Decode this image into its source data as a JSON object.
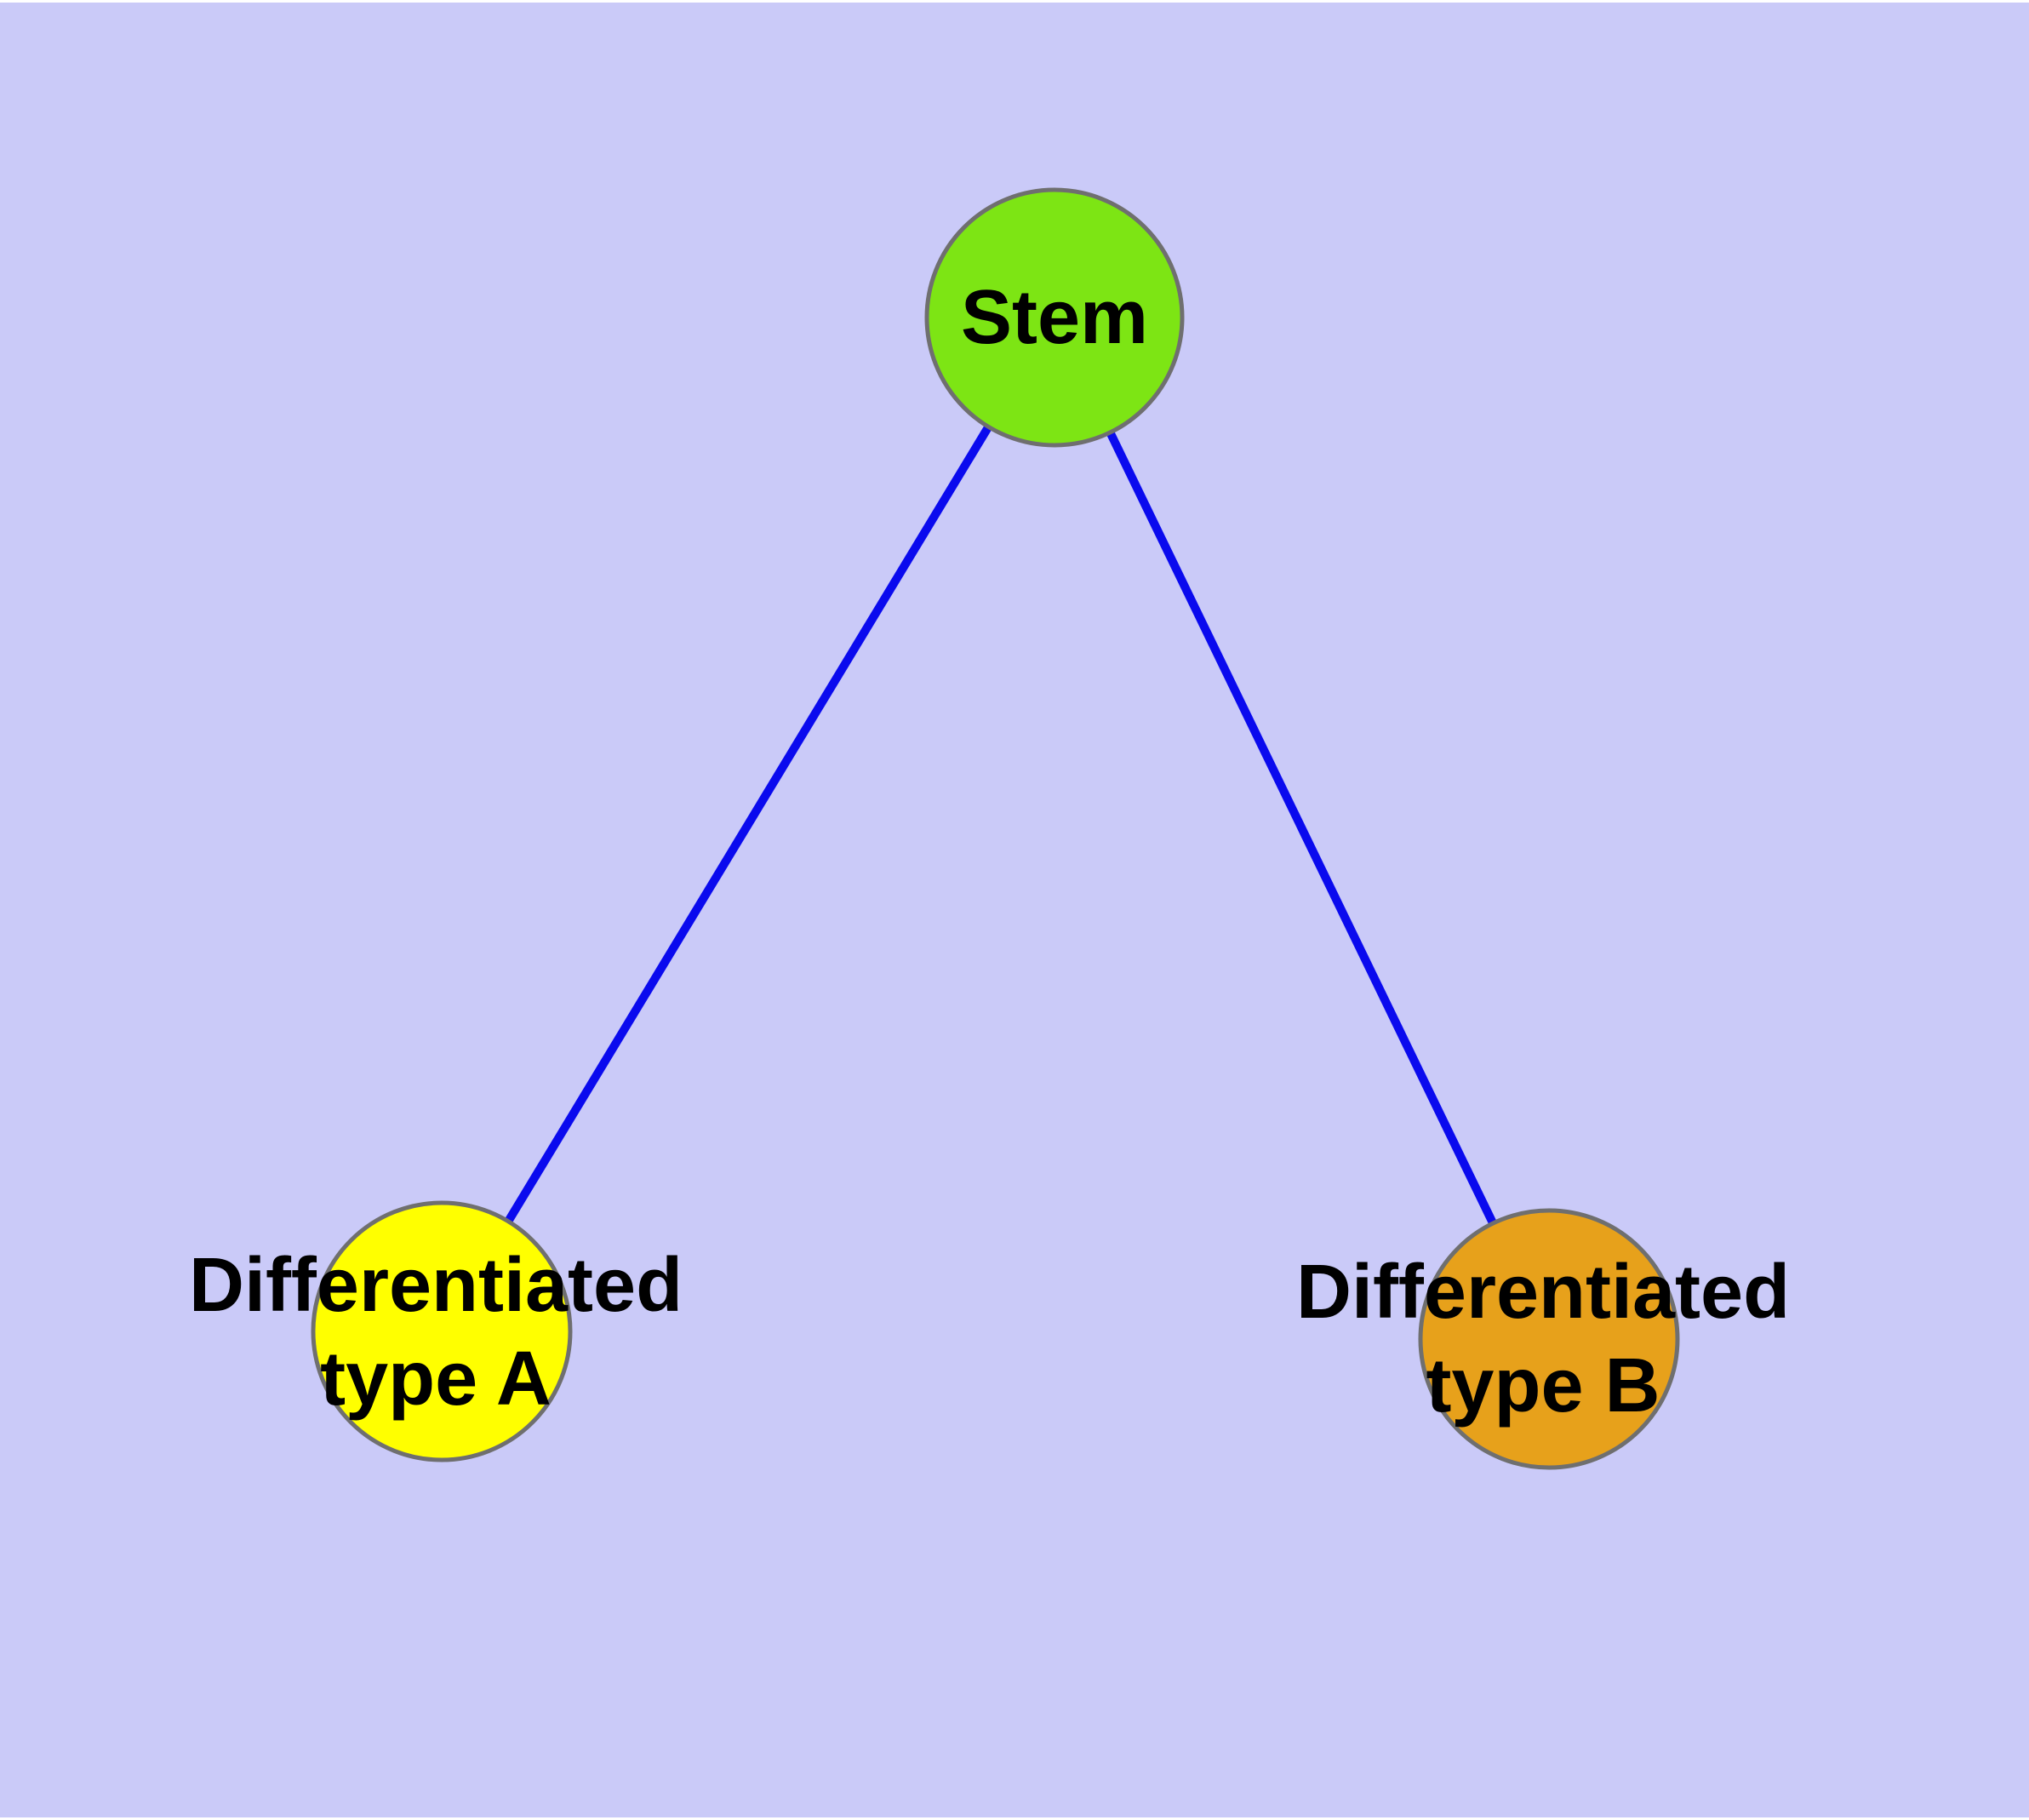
{
  "diagram": {
    "background_color": "#cacaf8",
    "page_margin_color": "#ffffff",
    "edge_color": "#0a0aee",
    "node_border_color": "#6f6f6f",
    "nodes": {
      "stem": {
        "label": "Stem",
        "fill": "#7de514"
      },
      "type_a": {
        "label_line1": "Differentiated",
        "label_line2": "type A",
        "fill": "#ffff00"
      },
      "type_b": {
        "label_line1": "Differentiated",
        "label_line2": "type B",
        "fill": "#e7a11b"
      }
    },
    "edges": [
      {
        "from": "Stem",
        "to": "Differentiated type A"
      },
      {
        "from": "Stem",
        "to": "Differentiated type B"
      }
    ]
  }
}
